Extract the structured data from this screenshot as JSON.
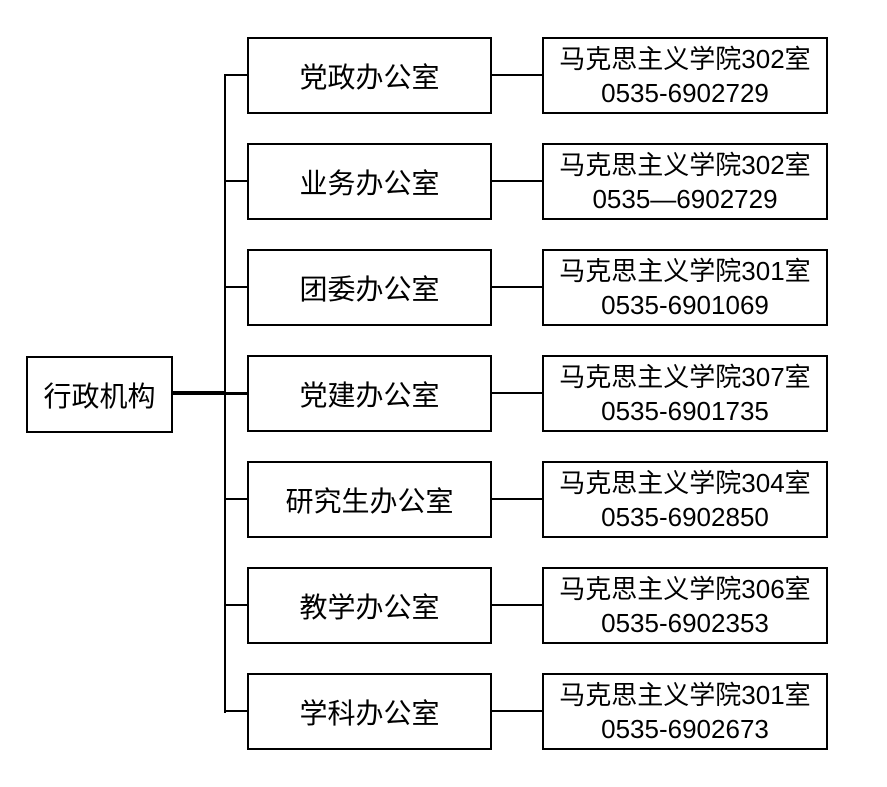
{
  "diagram": {
    "type": "org-chart",
    "root": {
      "label": "行政机构"
    },
    "rows": [
      {
        "office": "党政办公室",
        "location": "马克思主义学院302室",
        "phone": "0535-6902729"
      },
      {
        "office": "业务办公室",
        "location": "马克思主义学院302室",
        "phone": "0535—6902729"
      },
      {
        "office": "团委办公室",
        "location": "马克思主义学院301室",
        "phone": "0535-6901069"
      },
      {
        "office": "党建办公室",
        "location": "马克思主义学院307室",
        "phone": "0535-6901735"
      },
      {
        "office": "研究生办公室",
        "location": "马克思主义学院304室",
        "phone": "0535-6902850"
      },
      {
        "office": "教学办公室",
        "location": "马克思主义学院306室",
        "phone": "0535-6902353"
      },
      {
        "office": "学科办公室",
        "location": "马克思主义学院301室",
        "phone": "0535-6902673"
      }
    ],
    "colors": {
      "line": "#000000",
      "text": "#000000",
      "background": "#ffffff"
    }
  }
}
